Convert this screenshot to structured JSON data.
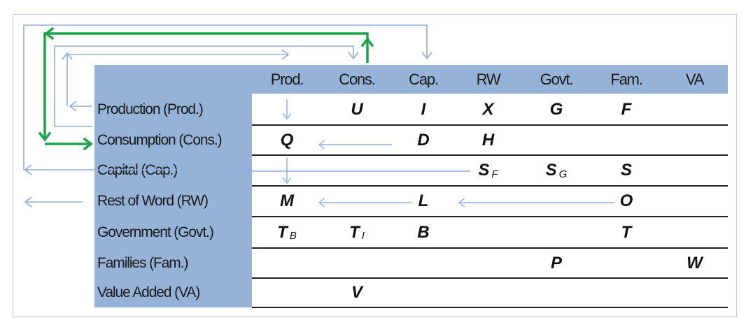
{
  "columns": [
    "Prod.",
    "Cons.",
    "Cap.",
    "RW",
    "Govt.",
    "Fam.",
    "VA"
  ],
  "rows": [
    {
      "label": "Production (Prod.)",
      "cells": [
        "",
        "U",
        "I",
        "X",
        "G",
        "F",
        ""
      ]
    },
    {
      "label": "Consumption (Cons.)",
      "cells": [
        "Q",
        "",
        "D",
        "H",
        "",
        "",
        ""
      ]
    },
    {
      "label": "Capital (Cap.)",
      "cells": [
        "",
        "",
        "",
        "S|F",
        "S|G",
        "S",
        ""
      ]
    },
    {
      "label": "Rest of Word (RW)",
      "cells": [
        "M",
        "",
        "L",
        "",
        "",
        "O",
        ""
      ]
    },
    {
      "label": "Government (Govt.)",
      "cells": [
        "T|B",
        "T|I",
        "B",
        "",
        "",
        "T",
        ""
      ]
    },
    {
      "label": "Families (Fam.)",
      "cells": [
        "",
        "",
        "",
        "",
        "P",
        "",
        "W"
      ]
    },
    {
      "label": "Value Added (VA)",
      "cells": [
        "",
        "V",
        "",
        "",
        "",
        "",
        ""
      ]
    }
  ],
  "colors": {
    "header_fill": "#95b3d7",
    "row_label_fill": "#95b3d7",
    "row_rule": "#222222",
    "flow_arrow": "#8eaedb",
    "highlight_arrow": "#1fa34a"
  }
}
